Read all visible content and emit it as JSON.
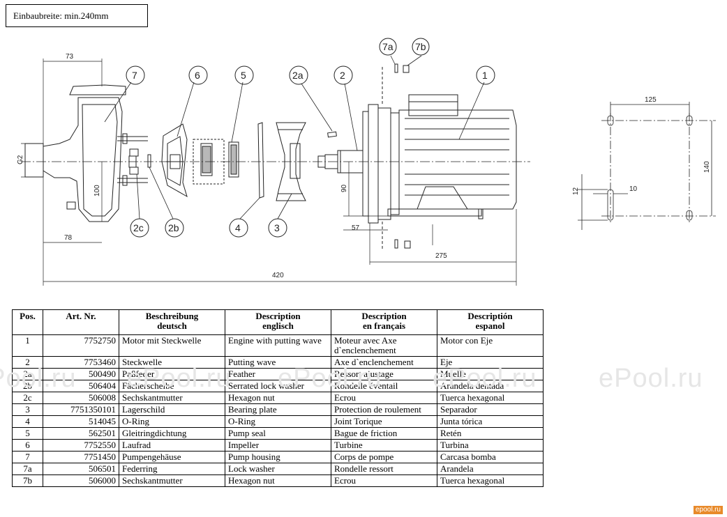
{
  "header": {
    "label": "Einbaubreite: min.240mm"
  },
  "drawing": {
    "dimensions": {
      "d73": "73",
      "g2": "G2",
      "d100": "100",
      "d78": "78",
      "d90": "90",
      "d57": "57",
      "d275": "275",
      "d420": "420",
      "d125": "125",
      "d140": "140",
      "d12": "12",
      "d10": "10"
    },
    "callouts": {
      "c1": "1",
      "c2": "2",
      "c2a": "2a",
      "c2b": "2b",
      "c2c": "2c",
      "c3": "3",
      "c4": "4",
      "c5": "5",
      "c6": "6",
      "c7": "7",
      "c7a": "7a",
      "c7b": "7b"
    }
  },
  "table": {
    "headers": {
      "pos": "Pos.",
      "art": "Art. Nr.",
      "de": [
        "Beschreibung",
        "deutsch"
      ],
      "en": [
        "Description",
        "englisch"
      ],
      "fr": [
        "Description",
        "en français"
      ],
      "es": [
        "Descriptión",
        "espanol"
      ]
    },
    "rows": [
      {
        "pos": "1",
        "art": "7752750",
        "de": "Motor mit Steckwelle",
        "en": "Engine with putting wave",
        "fr": "Moteur avec Axe d`enclenchement",
        "es": "Motor con Eje"
      },
      {
        "pos": "2",
        "art": "7753460",
        "de": "Steckwelle",
        "en": "Putting wave",
        "fr": "Axe d`enclenchement",
        "es": "Eje"
      },
      {
        "pos": "2a",
        "art": "500490",
        "de": "Paßfeder",
        "en": "Feather",
        "fr": "Ressort ajustage",
        "es": "Muelle"
      },
      {
        "pos": "2b",
        "art": "506404",
        "de": "Fächerscheibe",
        "en": "Serrated lock washer",
        "fr": "Rondelle éventail",
        "es": "Arandela dentada"
      },
      {
        "pos": "2c",
        "art": "506008",
        "de": "Sechskantmutter",
        "en": "Hexagon nut",
        "fr": "Ecrou",
        "es": "Tuerca hexagonal"
      },
      {
        "pos": "3",
        "art": "7751350101",
        "de": "Lagerschild",
        "en": "Bearing plate",
        "fr": "Protection de roulement",
        "es": "Separador"
      },
      {
        "pos": "4",
        "art": "514045",
        "de": "O-Ring",
        "en": "O-Ring",
        "fr": "Joint Torique",
        "es": "Junta tórica"
      },
      {
        "pos": "5",
        "art": "562501",
        "de": "Gleitringdichtung",
        "en": "Pump seal",
        "fr": "Bague de friction",
        "es": "Retén"
      },
      {
        "pos": "6",
        "art": "7752550",
        "de": "Laufrad",
        "en": "Impeller",
        "fr": "Turbine",
        "es": "Turbina"
      },
      {
        "pos": "7",
        "art": "7751450",
        "de": "Pumpengehäuse",
        "en": "Pump housing",
        "fr": "Corps de pompe",
        "es": "Carcasa bomba"
      },
      {
        "pos": "7a",
        "art": "506501",
        "de": "Federring",
        "en": "Lock washer",
        "fr": "Rondelle ressort",
        "es": "Arandela"
      },
      {
        "pos": "7b",
        "art": "506000",
        "de": "Sechskantmutter",
        "en": "Hexagon nut",
        "fr": "Ecrou",
        "es": "Tuerca hexagonal"
      }
    ]
  },
  "watermarks": [
    "ePool.ru",
    "ePool.ru",
    "ePool.ru",
    "ePool.ru",
    "ePool.ru"
  ],
  "corner_logo": "epool.ru"
}
